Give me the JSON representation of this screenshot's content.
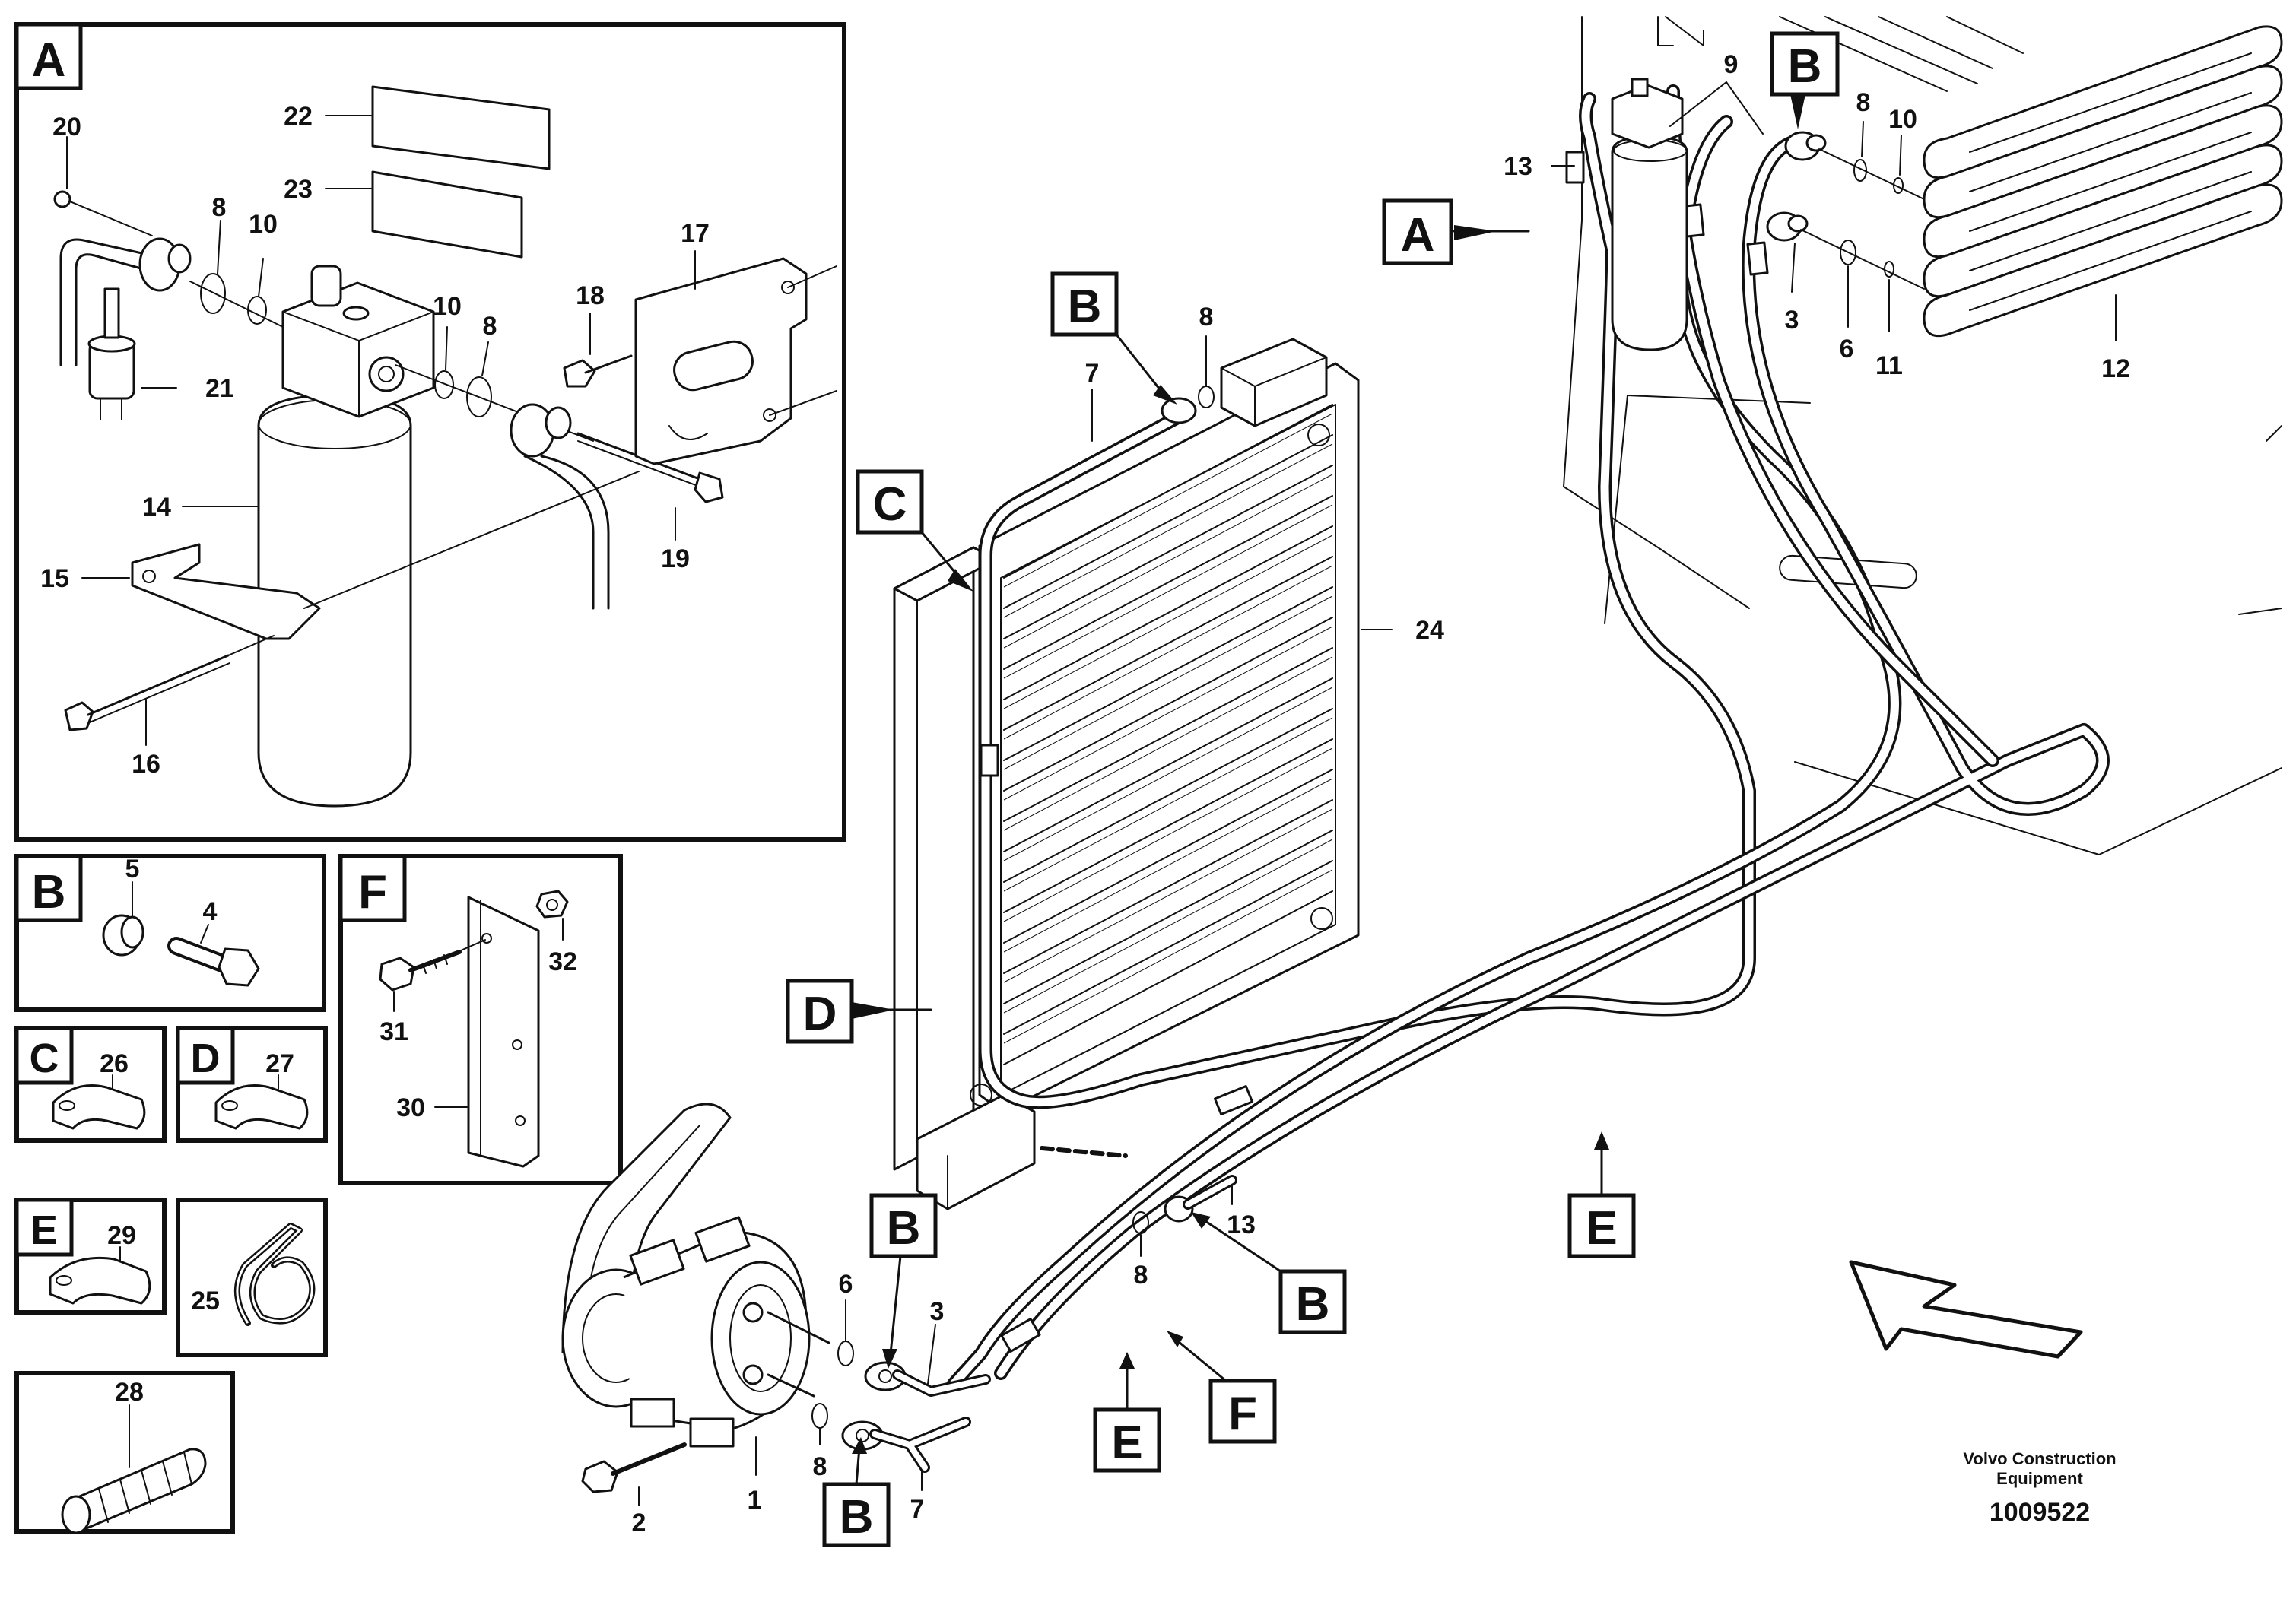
{
  "document": {
    "number": "1009522"
  },
  "credit": {
    "line1": "Volvo Construction",
    "line2": "Equipment"
  },
  "labels": {
    "detail_a": "A",
    "detail_b": "B",
    "detail_c": "C",
    "detail_d": "D",
    "detail_e": "E",
    "detail_f": "F"
  },
  "parts": {
    "p1": "1",
    "p2": "2",
    "p3": "3",
    "p4": "4",
    "p5": "5",
    "p6": "6",
    "p7": "7",
    "p8": "8",
    "p9": "9",
    "p10": "10",
    "p11": "11",
    "p12": "12",
    "p13": "13",
    "p14": "14",
    "p15": "15",
    "p16": "16",
    "p17": "17",
    "p18": "18",
    "p19": "19",
    "p20": "20",
    "p21": "21",
    "p22": "22",
    "p23": "23",
    "p24": "24",
    "p25": "25",
    "p26": "26",
    "p27": "27",
    "p28": "28",
    "p29": "29",
    "p30": "30",
    "p31": "31",
    "p32": "32"
  },
  "colors": {
    "ink": "#111111",
    "paper": "#ffffff"
  }
}
